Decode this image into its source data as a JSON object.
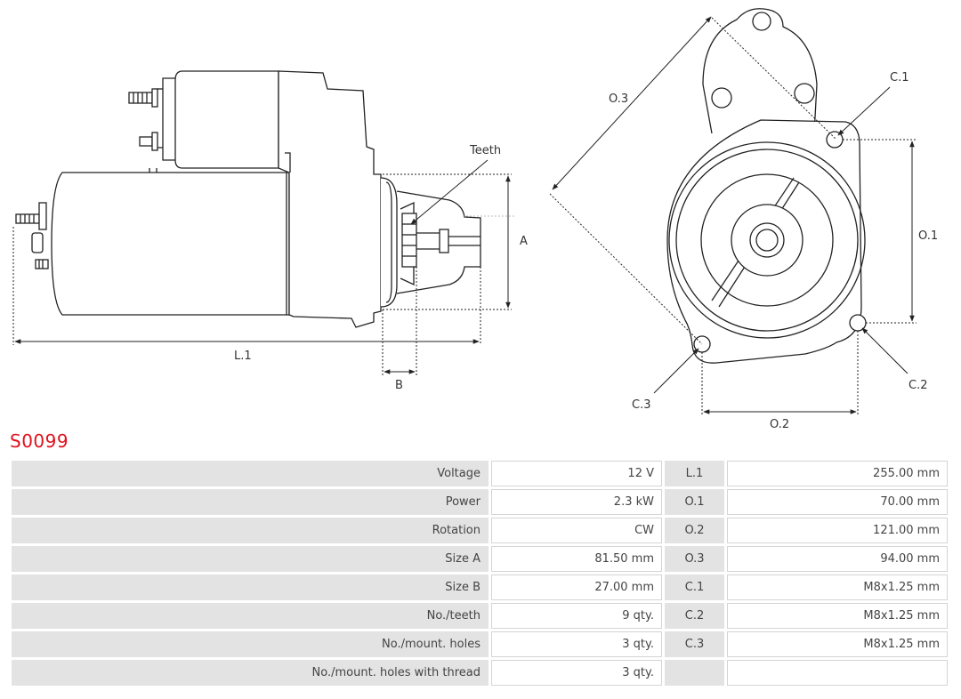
{
  "diagram": {
    "labels": {
      "teeth": "Teeth",
      "a": "A",
      "l1": "L.1",
      "b": "B",
      "o3": "O.3",
      "c1": "C.1",
      "o1": "O.1",
      "c2": "C.2",
      "c3": "C.3",
      "o2": "O.2"
    }
  },
  "title": "S0099",
  "specs": {
    "rows": [
      {
        "label": "Voltage",
        "value": "12 V",
        "dim_label": "L.1",
        "dim_value": "255.00 mm"
      },
      {
        "label": "Power",
        "value": "2.3 kW",
        "dim_label": "O.1",
        "dim_value": "70.00 mm"
      },
      {
        "label": "Rotation",
        "value": "CW",
        "dim_label": "O.2",
        "dim_value": "121.00 mm"
      },
      {
        "label": "Size A",
        "value": "81.50 mm",
        "dim_label": "O.3",
        "dim_value": "94.00 mm"
      },
      {
        "label": "Size B",
        "value": "27.00 mm",
        "dim_label": "C.1",
        "dim_value": "M8x1.25 mm"
      },
      {
        "label": "No./teeth",
        "value": "9 qty.",
        "dim_label": "C.2",
        "dim_value": "M8x1.25 mm"
      },
      {
        "label": "No./mount. holes",
        "value": "3 qty.",
        "dim_label": "C.3",
        "dim_value": "M8x1.25 mm"
      },
      {
        "label": "No./mount. holes with thread",
        "value": "3 qty.",
        "dim_label": "",
        "dim_value": ""
      }
    ]
  }
}
